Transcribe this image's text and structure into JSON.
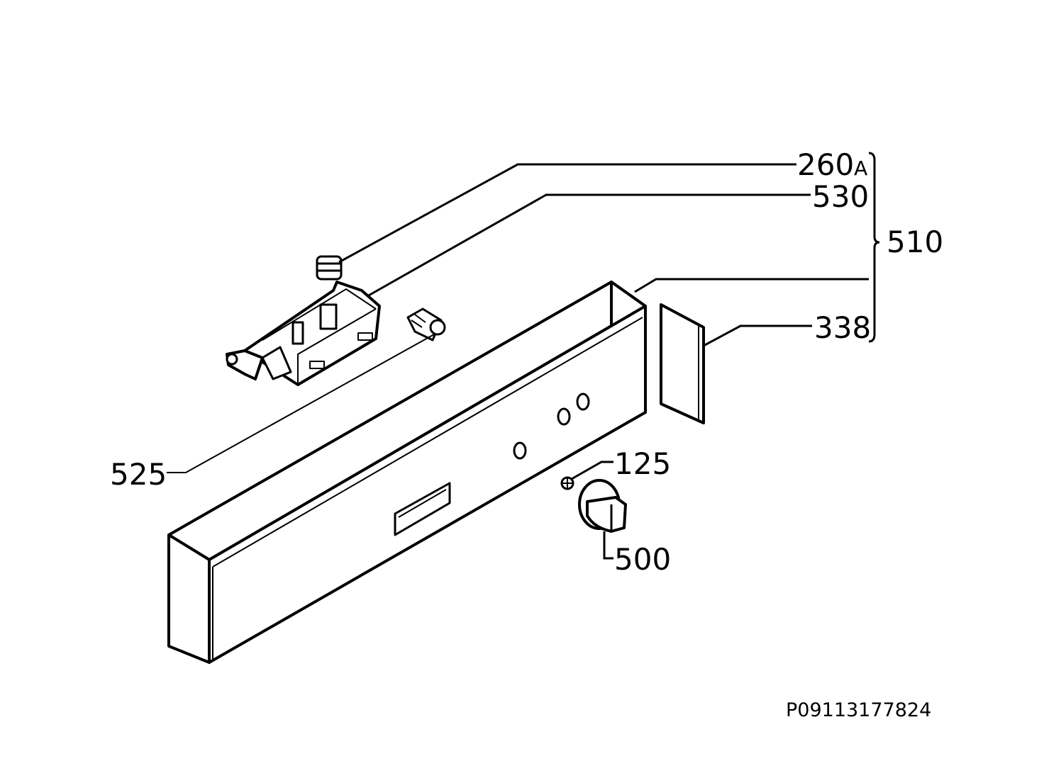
{
  "labels": {
    "p260": "260",
    "p260_suffix": "A",
    "p530": "530",
    "p510": "510",
    "p338": "338",
    "p525": "525",
    "p125": "125",
    "p500": "500"
  },
  "drawing_code": "P09113177824"
}
